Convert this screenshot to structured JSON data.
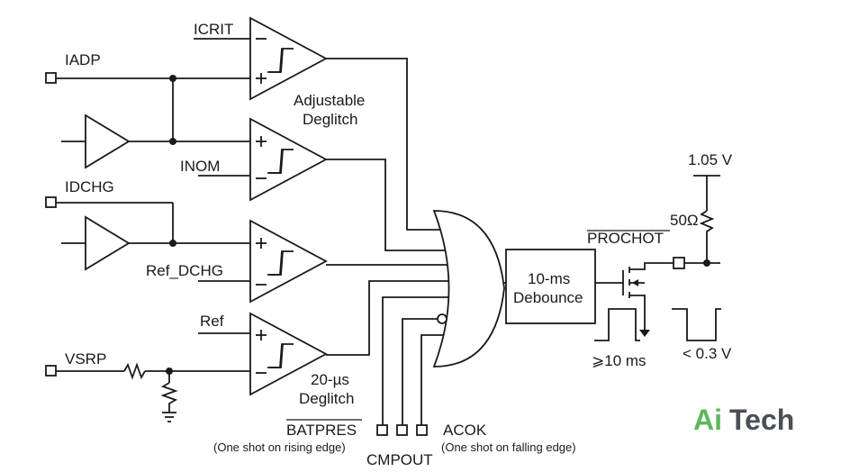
{
  "signals": {
    "icrit": "ICRIT",
    "iadp": "IADP",
    "inom": "INOM",
    "idchg": "IDCHG",
    "ref_dchg": "Ref_DCHG",
    "ref": "Ref",
    "vsrp": "VSRP"
  },
  "annotations": {
    "adjustable_line1": "Adjustable",
    "adjustable_line2": "Deglitch",
    "deglitch20_line1": "20-µs",
    "deglitch20_line2": "Deglitch"
  },
  "debounce": {
    "line1": "10-ms",
    "line2": "Debounce"
  },
  "output": {
    "supply": "1.05 V",
    "resistor": "50Ω",
    "prochot": "PROCHOT",
    "pulse_width": "⩾10 ms",
    "low_level": "< 0.3 V"
  },
  "pins": {
    "batpres": "BATPRES",
    "batpres_note": "(One shot on rising edge)",
    "cmpout": "CMPOUT",
    "acok": "ACOK",
    "acok_note": "(One shot on falling edge)"
  },
  "logo": {
    "part1": "Ai",
    "part2": "Tech",
    "accent_color": "#5cb85c",
    "text_color": "#4a4f55"
  }
}
